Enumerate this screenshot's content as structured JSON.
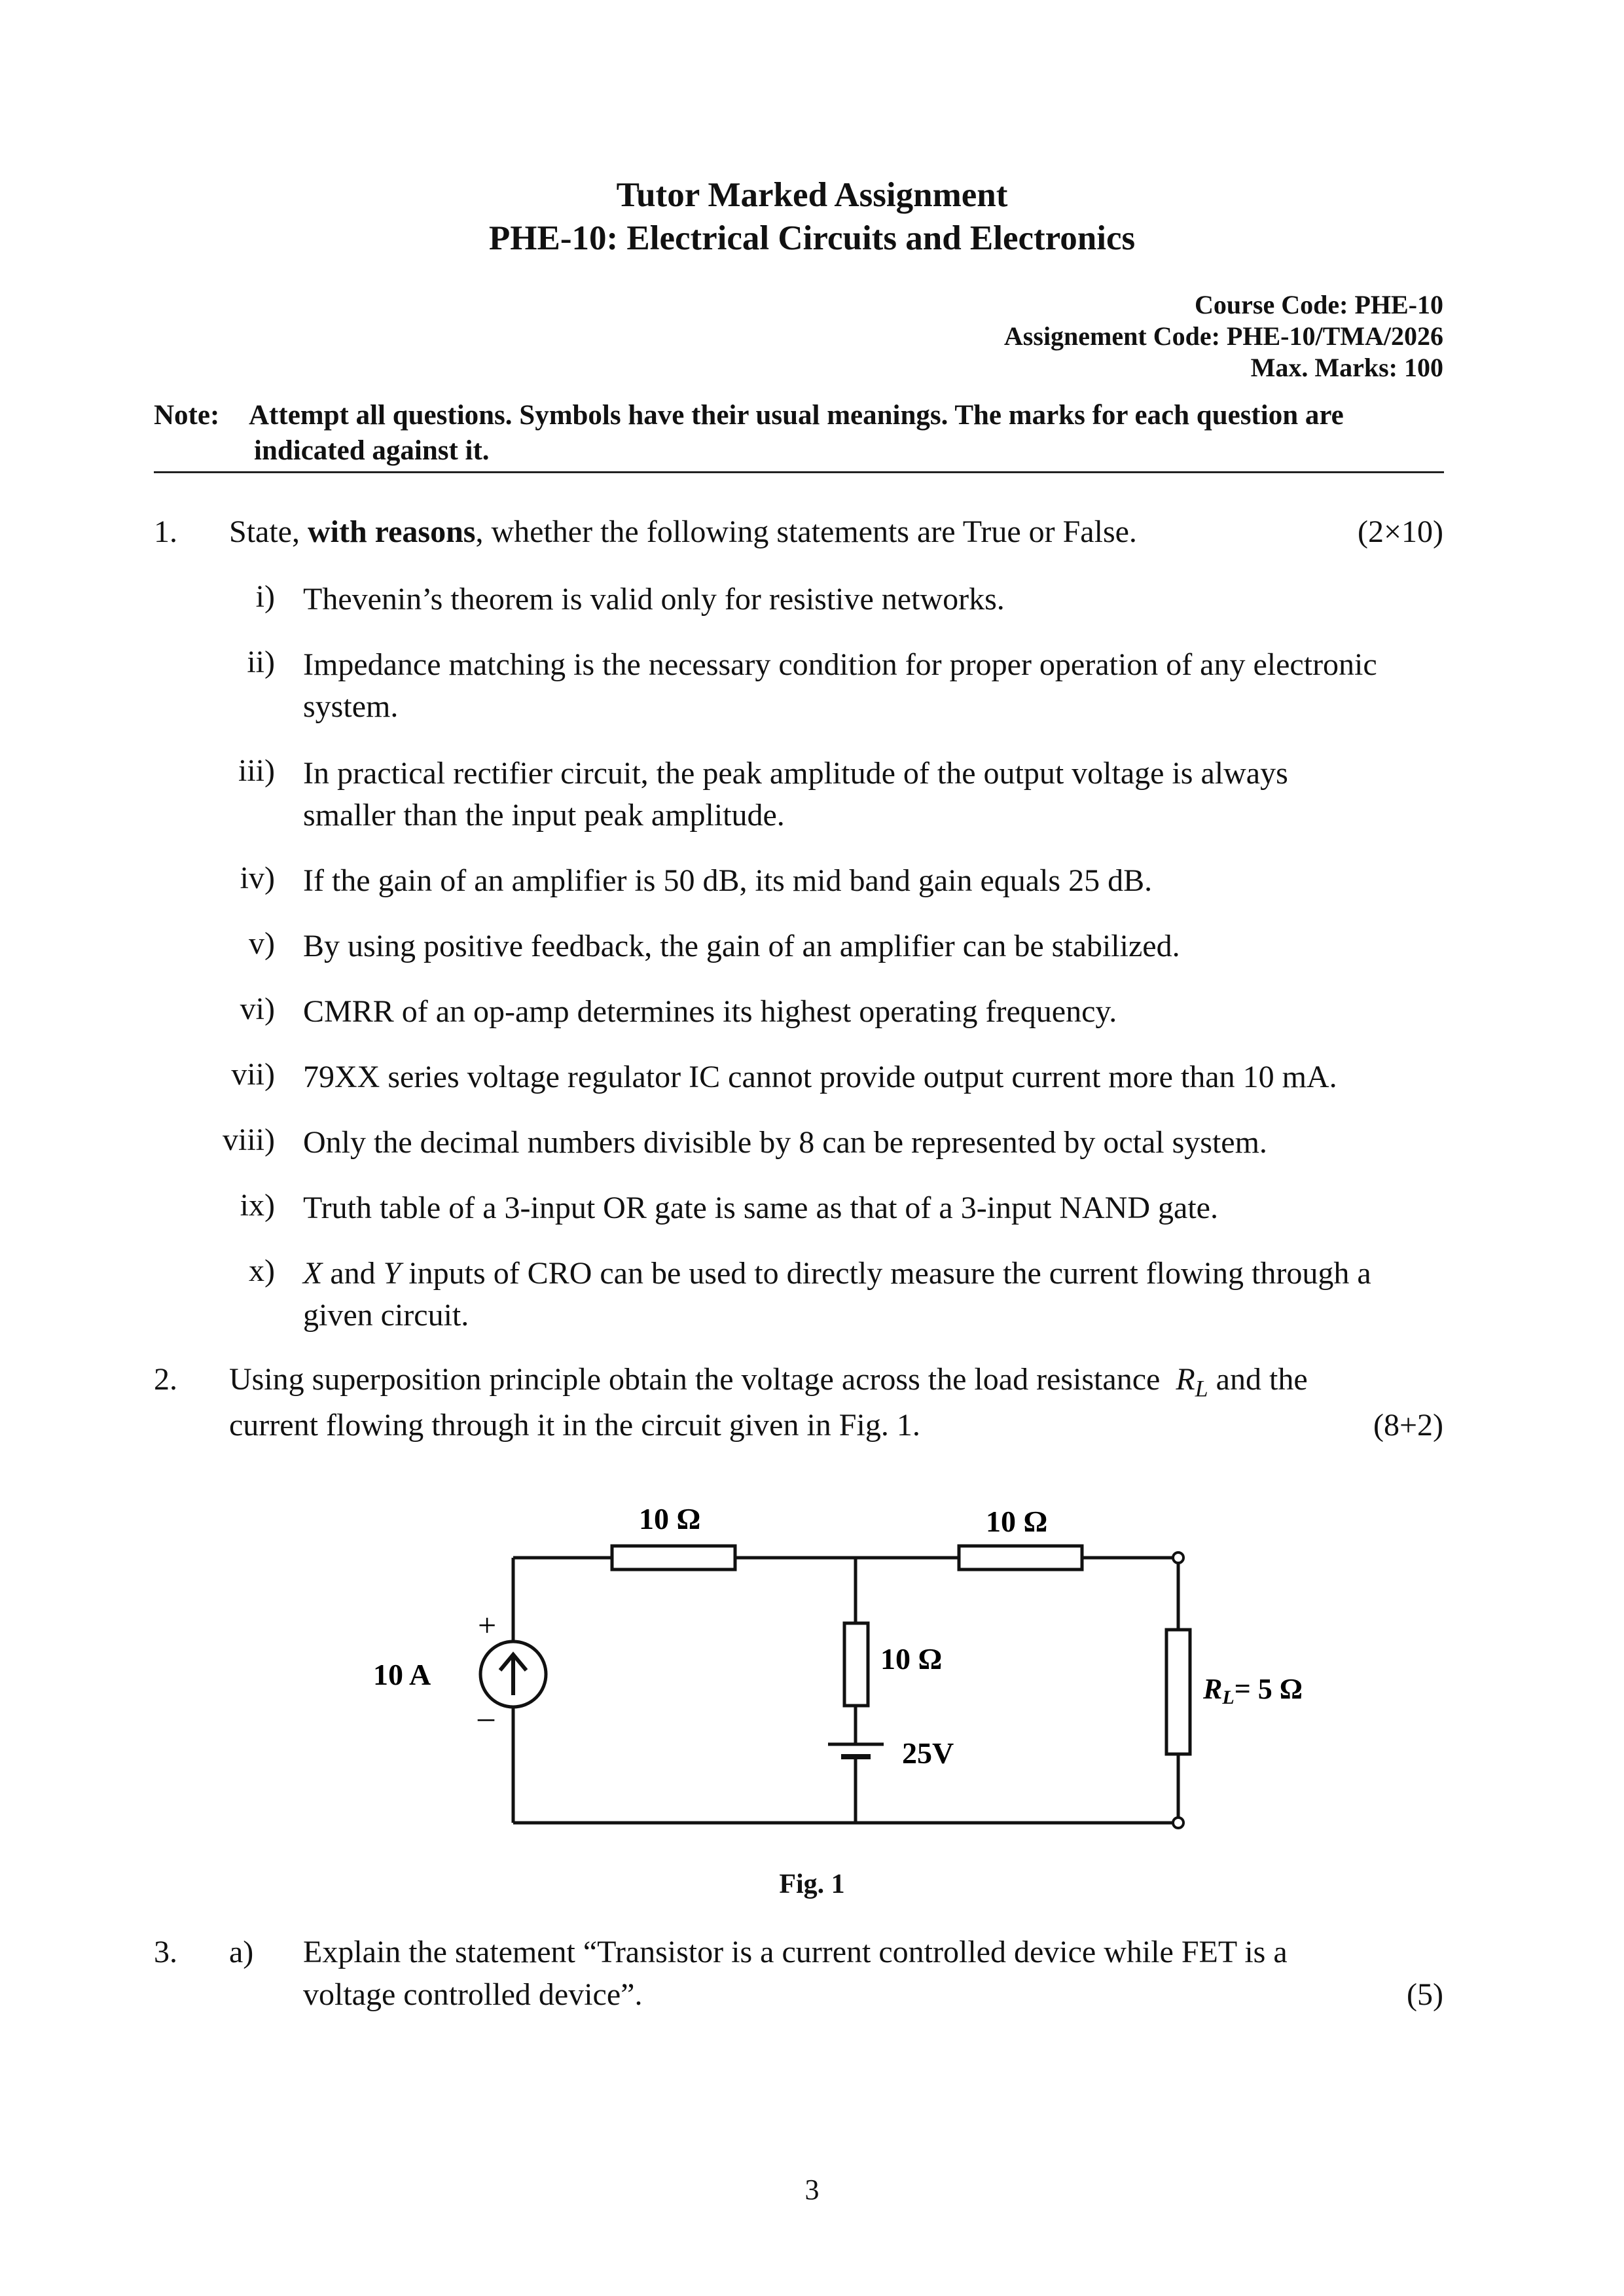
{
  "header": {
    "title": "Tutor Marked Assignment",
    "subtitle": "PHE-10: Electrical Circuits and Electronics",
    "course_code": "Course Code: PHE-10",
    "assignment_code": "Assignement Code: PHE-10/TMA/2026",
    "max_marks": "Max. Marks: 100"
  },
  "note": {
    "label": "Note:",
    "line1": "Attempt all questions. Symbols have their usual meanings.  The marks for each question are",
    "line2": "indicated against it."
  },
  "q1": {
    "number": "1.",
    "prefix": "State, ",
    "bold": "with reasons",
    "suffix": ", whether the following statements are True or False.",
    "marks": "(2×10)",
    "items": [
      {
        "num": "i)",
        "text": "Thevenin’s theorem is valid only for resistive networks."
      },
      {
        "num": "ii)",
        "text": "Impedance matching is the necessary condition for proper operation of any electronic system."
      },
      {
        "num": "iii)",
        "text": "In practical rectifier circuit, the peak amplitude of the output voltage is always smaller than the input peak amplitude."
      },
      {
        "num": "iv)",
        "text": "If the gain of an amplifier is 50 dB, its mid band gain equals 25 dB."
      },
      {
        "num": "v)",
        "text": "By using positive feedback, the gain of an amplifier can be stabilized."
      },
      {
        "num": "vi)",
        "text": "CMRR of an op-amp determines its highest operating frequency."
      },
      {
        "num": "vii)",
        "text": "79XX series voltage regulator IC cannot provide output current more than 10 mA."
      },
      {
        "num": "viii)",
        "text": "Only the decimal numbers divisible by 8 can be represented by octal system."
      },
      {
        "num": "ix)",
        "text": "Truth table of a 3-input OR gate is same as that of a 3-input NAND gate."
      },
      {
        "num": "x)",
        "text": "X and Y inputs of CRO can be used to directly measure the current flowing through a given circuit."
      }
    ]
  },
  "q2": {
    "number": "2.",
    "line1": "Using superposition principle obtain the voltage across the load resistance",
    "rl_symbol": "R",
    "rl_sub": "L",
    "line1_end": "and the",
    "line2": "current flowing through it in the circuit given in Fig. 1.",
    "marks": "(8+2)"
  },
  "circuit": {
    "r1": "10 Ω",
    "r2": "10 Ω",
    "r3": "10 Ω",
    "source_current": "10 A",
    "plus": "+",
    "minus": "–",
    "battery": "25V",
    "rl_label_r": "R",
    "rl_label_sub": "L",
    "rl_label_val": "= 5 Ω",
    "caption": "Fig. 1"
  },
  "q3": {
    "number": "3.",
    "part": "a)",
    "line1": "Explain the statement “Transistor is a current controlled device while FET is a",
    "line2": "voltage controlled device”.",
    "marks": "(5)"
  },
  "footer": {
    "page_number": "3"
  }
}
